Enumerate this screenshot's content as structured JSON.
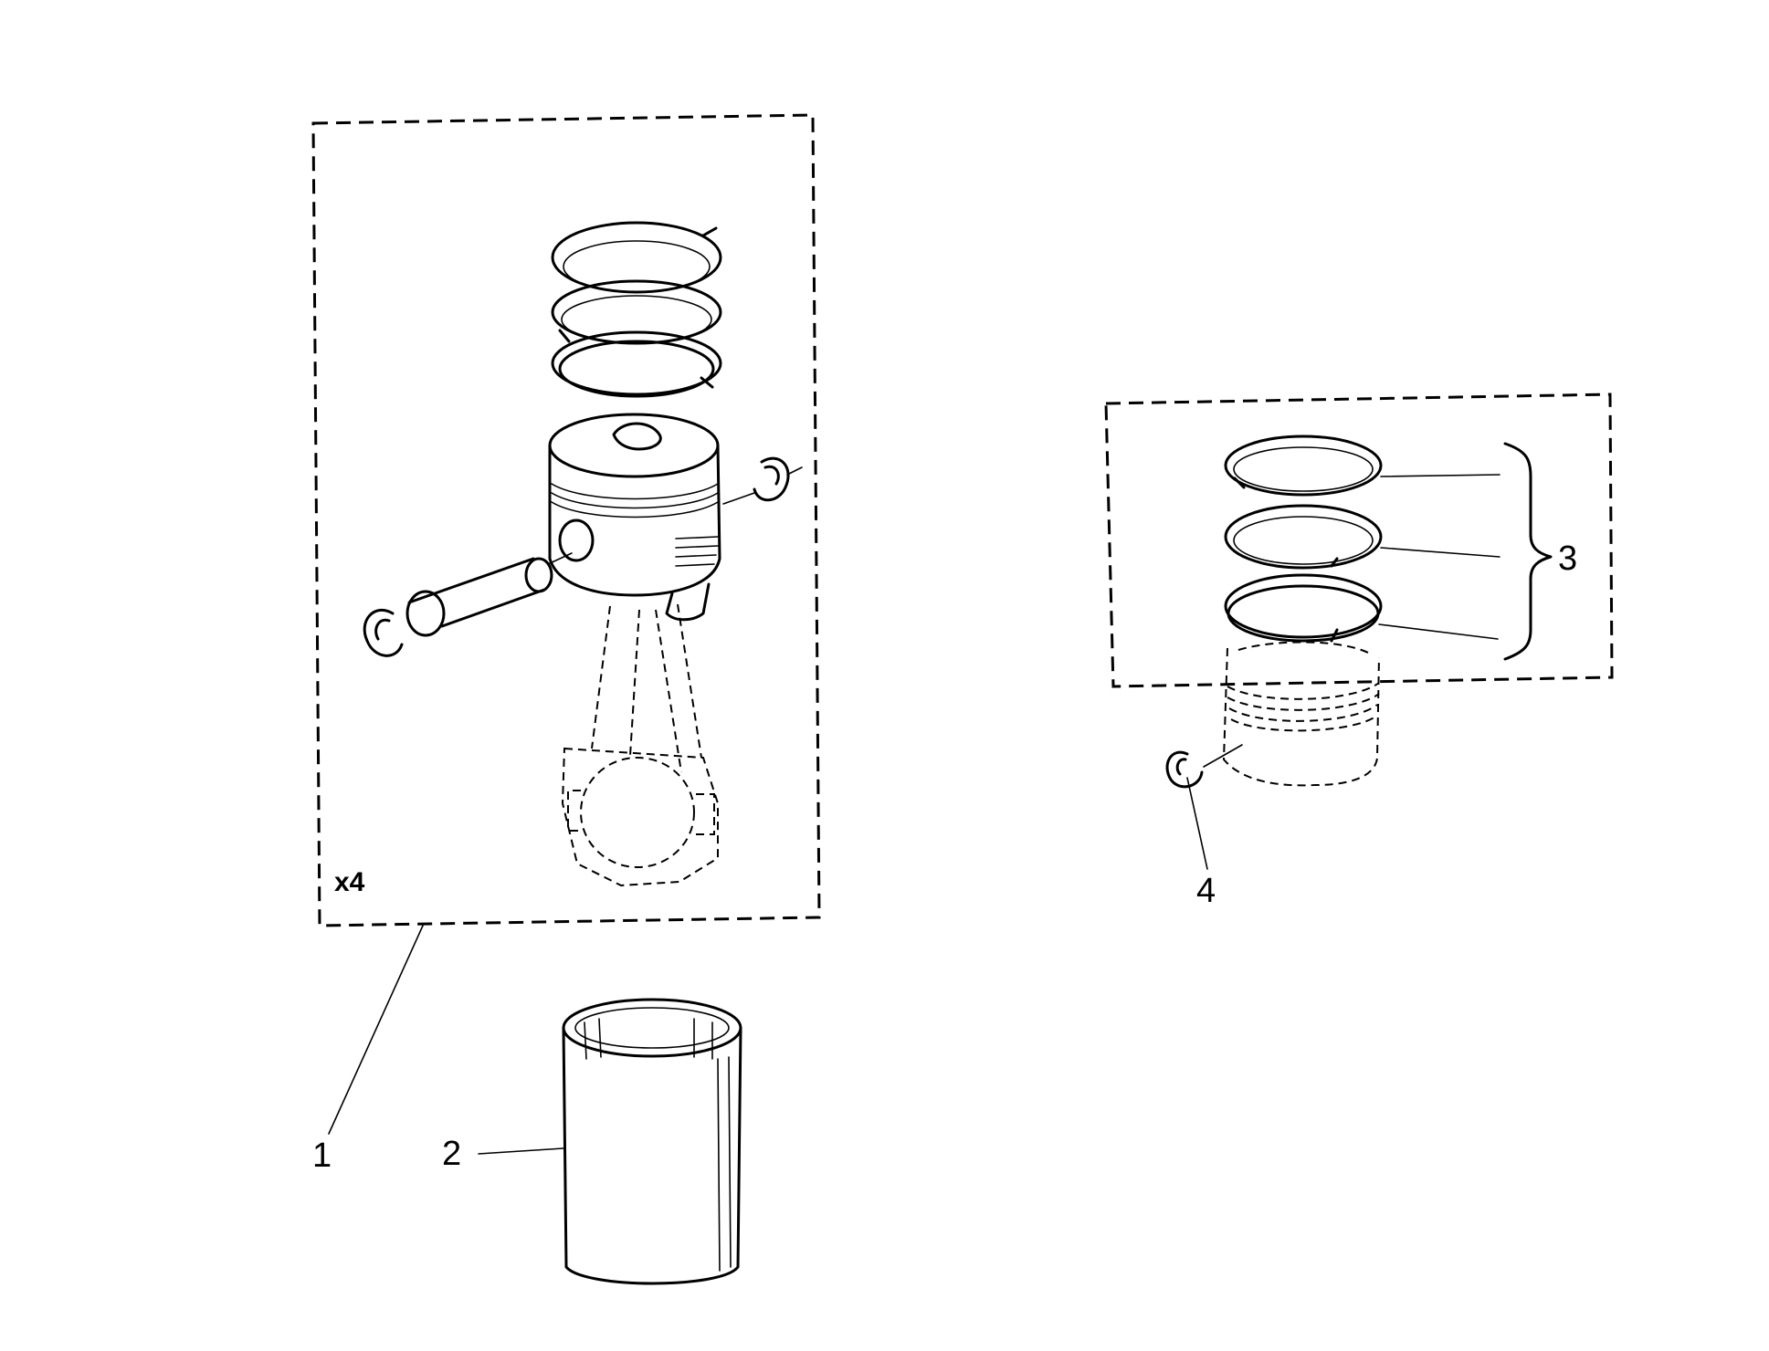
{
  "callouts": {
    "c1": "1",
    "c2": "2",
    "c3": "3",
    "c4": "4"
  },
  "quantity": "x4"
}
